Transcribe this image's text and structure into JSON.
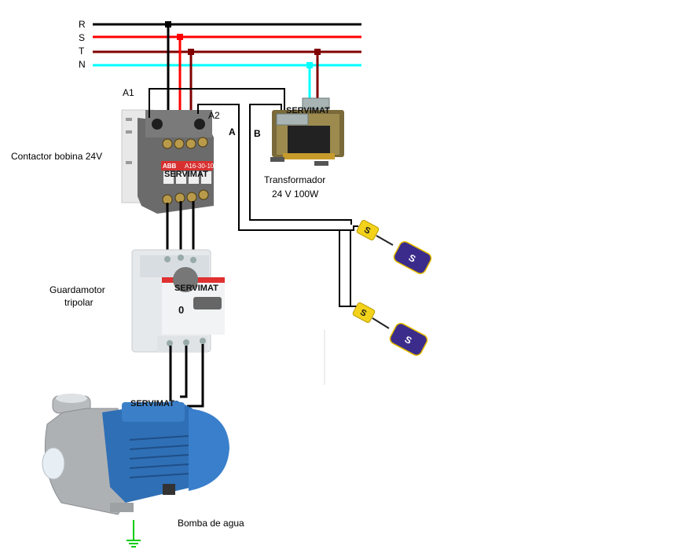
{
  "bus": {
    "phases": [
      {
        "label": "R",
        "color": "#000000"
      },
      {
        "label": "S",
        "color": "#ff0000"
      },
      {
        "label": "T",
        "color": "#800000"
      },
      {
        "label": "N",
        "color": "#00ffff"
      }
    ]
  },
  "contactor": {
    "label": "Contactor bobina 24V",
    "coil_a1": "A1",
    "coil_a2": "A2",
    "model": "A16-30-10",
    "brand_mark": "ABB",
    "watermark": "SERVIMAT"
  },
  "transformer": {
    "label_line1": "Transformador",
    "label_line2": "24 V 100W",
    "watermark": "SERVIMAT"
  },
  "wires": {
    "a_label": "A",
    "b_label": "B"
  },
  "float_switches": [
    {
      "head": "S",
      "float": "S"
    },
    {
      "head": "S",
      "float": "S"
    }
  ],
  "motor_protector": {
    "label_line1": "Guardamotor",
    "label_line2": "tripolar",
    "dial_value": "0",
    "watermark": "SERVIMAT"
  },
  "pump": {
    "label": "Bomba de agua",
    "watermark": "SERVIMAT"
  },
  "colors": {
    "ground": "#00cc00",
    "pump_blue": "#2f6fb5",
    "float_yellow": "#f2d21b",
    "float_purple": "#3b2c8c"
  }
}
